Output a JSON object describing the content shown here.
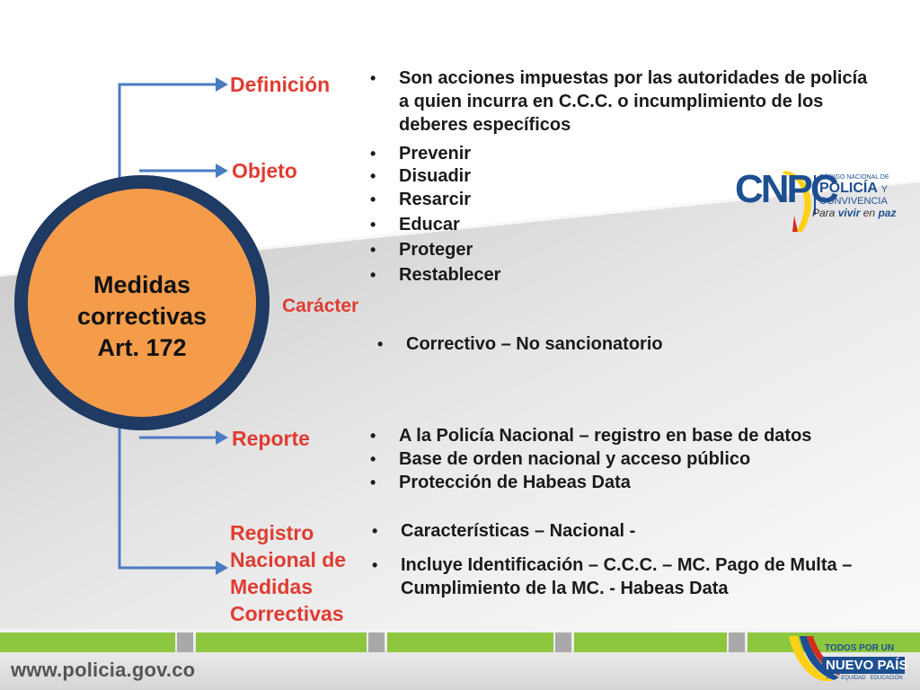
{
  "center": {
    "lines": [
      "Medidas",
      "correctivas",
      "Art. 172"
    ]
  },
  "branches": [
    {
      "label": "Definición",
      "bullets": [
        "Son acciones impuestas por las autoridades de policía a quien incurra en C.C.C.  o incumplimiento de los deberes específicos"
      ]
    },
    {
      "label": "Objeto",
      "bullets": [
        "Prevenir",
        "Disuadir",
        "Resarcir",
        "Educar",
        "Proteger",
        "Restablecer"
      ]
    },
    {
      "label": "Carácter",
      "bullets": [
        "Correctivo – No sancionatorio"
      ]
    },
    {
      "label": "Reporte",
      "bullets": [
        "A la Policía Nacional – registro en base de datos",
        "Base de orden nacional y acceso público",
        "Protección de Habeas Data"
      ]
    },
    {
      "label_lines": [
        "Registro",
        "Nacional de",
        "Medidas",
        "Correctivas"
      ],
      "bullets": [
        "Características – Nacional -",
        "Incluye Identificación – C.C.C. – MC. Pago de Multa – Cumplimiento de la MC.  - Habeas Data"
      ]
    }
  ],
  "logo": {
    "letters": "CNPC",
    "small": "CÓDIGO NACIONAL DE",
    "policia": "POLICÍA",
    "y": "Y",
    "convivencia": "CONVIVENCIA",
    "tagline_pre": "Para",
    "tagline_vivir": "vivir",
    "tagline_en": "en",
    "tagline_paz": "paz"
  },
  "footer": {
    "url": "www.policia.gov.co",
    "brand_line1": "TODOS POR UN",
    "brand_line2": "NUEVO PAÍS",
    "brand_tagline": "PAZ   EQUIDAD   EDUCACIÓN"
  },
  "colors": {
    "label": "#e03c31",
    "connector": "#4a7cc2",
    "circle_fill": "#f59c4b",
    "circle_ring": "#1f3a63",
    "footer_green": "#8dc63f"
  }
}
